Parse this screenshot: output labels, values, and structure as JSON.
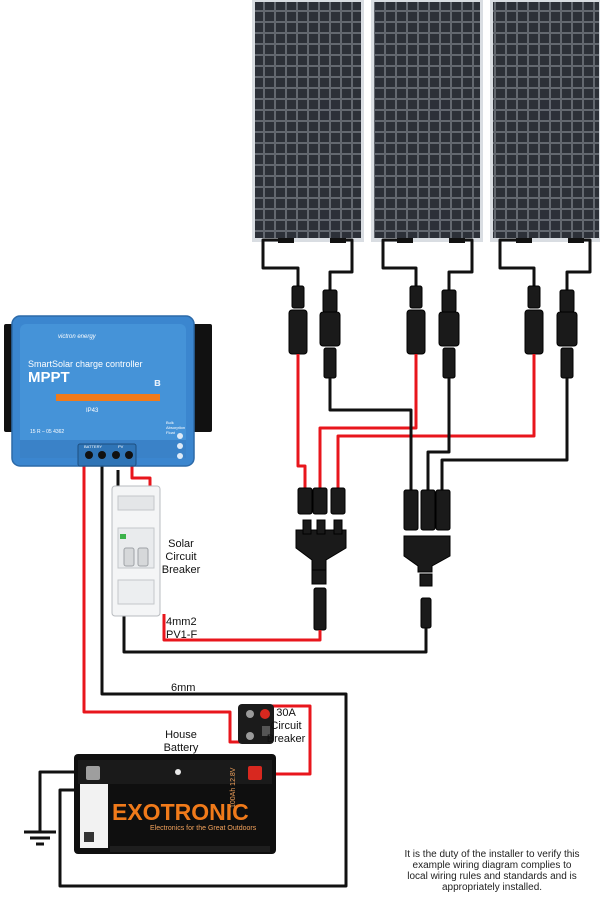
{
  "controller": {
    "brand": "victron energy",
    "model_line": "SmartSolar charge controller",
    "model": "MPPT",
    "rating": "IP43",
    "serial": "15 R – 05 4362",
    "terminals": [
      "BATTERY",
      "PV"
    ],
    "side_labels": [
      "Bulk",
      "Absorption",
      "Float"
    ]
  },
  "labels": {
    "solar_breaker": [
      "Solar",
      "Circuit",
      "Breaker"
    ],
    "pv_cable": [
      "4mm2",
      "PV1-F"
    ],
    "battery_cable": "6mm",
    "battery_breaker": [
      "30A",
      "Circuit",
      "Breaker"
    ],
    "house_battery": [
      "House",
      "Battery"
    ]
  },
  "battery": {
    "brand": "EXOTRONIC",
    "tagline": "Electronics for the Great Outdoors",
    "spec": "100Ah 12.8V"
  },
  "disclaimer": [
    "It is the duty of the installer to verify this",
    "example wiring diagram complies to",
    "local wiring rules and standards and is",
    "appropriately installed."
  ],
  "colors": {
    "positive": "#e8161c",
    "negative": "#111111",
    "controller_blue": "#3b86cf",
    "battery_orange": "#f07a1a"
  }
}
